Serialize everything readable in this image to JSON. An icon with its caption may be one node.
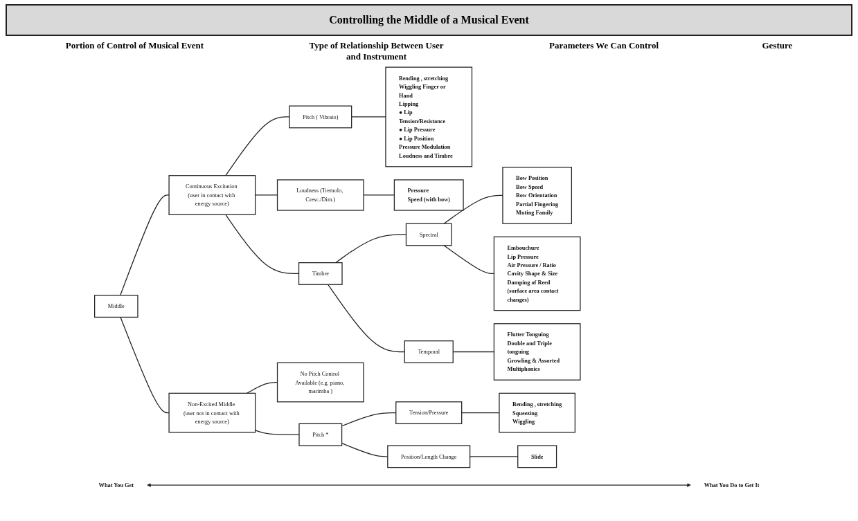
{
  "diagram": {
    "title": "Controlling the Middle of a Musical Event",
    "nodes": [
      {
        "text": [
          "Middle"
        ]
      },
      {
        "text": [
          "Continuous Excitation (user in contact with energy source)"
        ]
      },
      {
        "text": [
          "Non-Excited Middle (user not in contact with energy source)"
        ]
      },
      {
        "text": [
          "Pitch ( Vibrato)"
        ]
      },
      {
        "text": [
          "Loudness (Tremolo, Cresc./Dim.)"
        ]
      },
      {
        "text": [
          "Timbre"
        ]
      },
      {
        "text": [
          "No Pitch Control Available (e.g. piano, marimba )"
        ]
      },
      {
        "text": [
          "Pitch *"
        ]
      },
      {
        "text": [
          "Spectral"
        ]
      },
      {
        "text": [
          "Temporal"
        ]
      },
      {
        "text": [
          "Tension/Pressure"
        ]
      },
      {
        "text": [
          "Position/Length Change"
        ]
      },
      {
        "text": [
          "Bending , stretching",
          "Wiggling Finger or Hand",
          "Lipping",
          "● Lip Tension/Resistance",
          "● Lip Pressure",
          "● Lip Position",
          "Pressure Modulation",
          "Loudness and Timbre"
        ]
      },
      {
        "text": [
          "Pressure",
          "Speed (with bow)"
        ]
      },
      {
        "text": [
          "Bow Position",
          "Bow Speed",
          "Bow Orientation",
          "Partial Fingering",
          "Muting Family"
        ]
      },
      {
        "text": [
          "Embouchure",
          "Lip Pressure",
          "Air Pressure / Ratio",
          "Cavity Shape & Size",
          "Damping of Reed",
          "(surface area contact changes)"
        ]
      },
      {
        "text": [
          "Flutter Tonguing",
          "Double and Triple tonguing",
          "Growling & Assorted Multiphonics"
        ]
      },
      {
        "text": [
          "Bending , stretching",
          "Squeezing",
          "Wiggling"
        ]
      },
      {
        "text": [
          "Slide"
        ]
      },
      {
        "text": [
          "What You Get"
        ]
      },
      {
        "text": [
          "What You Do to Get It"
        ]
      }
    ],
    "edges": [
      {
        "from": 0,
        "to": 1,
        "arrow": "none"
      },
      {
        "from": 0,
        "to": 2,
        "arrow": "none"
      },
      {
        "from": 1,
        "to": 3,
        "arrow": "none"
      },
      {
        "from": 1,
        "to": 4,
        "arrow": "none"
      },
      {
        "from": 1,
        "to": 5,
        "arrow": "none"
      },
      {
        "from": 2,
        "to": 6,
        "arrow": "none"
      },
      {
        "from": 2,
        "to": 7,
        "arrow": "none"
      },
      {
        "from": 5,
        "to": 8,
        "arrow": "none"
      },
      {
        "from": 5,
        "to": 9,
        "arrow": "none"
      },
      {
        "from": 3,
        "to": 12,
        "arrow": "none"
      },
      {
        "from": 4,
        "to": 13,
        "arrow": "none"
      },
      {
        "from": 8,
        "to": 14,
        "arrow": "none"
      },
      {
        "from": 8,
        "to": 15,
        "arrow": "none"
      },
      {
        "from": 9,
        "to": 16,
        "arrow": "none"
      },
      {
        "from": 7,
        "to": 10,
        "arrow": "none"
      },
      {
        "from": 7,
        "to": 11,
        "arrow": "none"
      },
      {
        "from": 10,
        "to": 17,
        "arrow": "none"
      },
      {
        "from": 11,
        "to": 18,
        "arrow": "none"
      },
      {
        "from": 19,
        "to": 20,
        "arrow": "both"
      }
    ],
    "labels": [
      "Portion of Control of Musical Event",
      "Type of Relationship Between User and Instrument",
      "Parameters We Can Control",
      "Gesture"
    ]
  }
}
